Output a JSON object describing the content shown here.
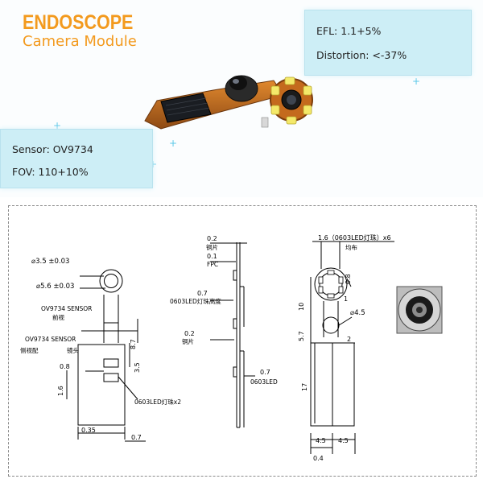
{
  "header": {
    "brand_title": "ENDOSCOPE",
    "brand_subtitle": "Camera Module"
  },
  "specs_right": {
    "efl": "EFL: 1.1+5%",
    "distortion": "Distortion: <-37%"
  },
  "specs_left": {
    "sensor": "Sensor: OV9734",
    "fov": "FOV: 110+10%"
  },
  "drawing": {
    "front": {
      "dim_outer": "⌀3.5 ±0.03",
      "dim_inner": "⌀5.6 ±0.03",
      "sensor_front": "OV9734 SENSOR",
      "sensor_front_cn": "前视",
      "sensor_side": "OV9734 SENSOR",
      "sensor_side_cn1": "侧视配",
      "sensor_side_cn2": "镜头",
      "dim_87": "8.7",
      "dim_35": "3.5",
      "dim_08": "0.8",
      "dim_16": "1.6",
      "led_callout": "0603LED灯珠x2",
      "dim_035": "0.35",
      "dim_07": "0.7"
    },
    "side": {
      "dim_02": "0.2",
      "label_copper": "铜片",
      "dim_01": "0.1",
      "label_fpc": "FPC",
      "dim_07": "0.7",
      "led_height": "0603LED灯珠高度",
      "dim_02b": "0.2",
      "label_copper2": "铜片",
      "dim_07b": "0.7",
      "label_led": "0603LED"
    },
    "ring": {
      "led_top": "1.6（0603LED灯珠）x6",
      "led_top_cn": "均布",
      "dim_08": "0.8",
      "dim_10": "10",
      "dim_1": "1",
      "dia_45": "⌀4.5",
      "dim_57": "5.7",
      "dim_2": "2",
      "dim_17": "17",
      "dim_45a": "4.5",
      "dim_45b": "4.5",
      "dim_04": "0.4"
    }
  }
}
